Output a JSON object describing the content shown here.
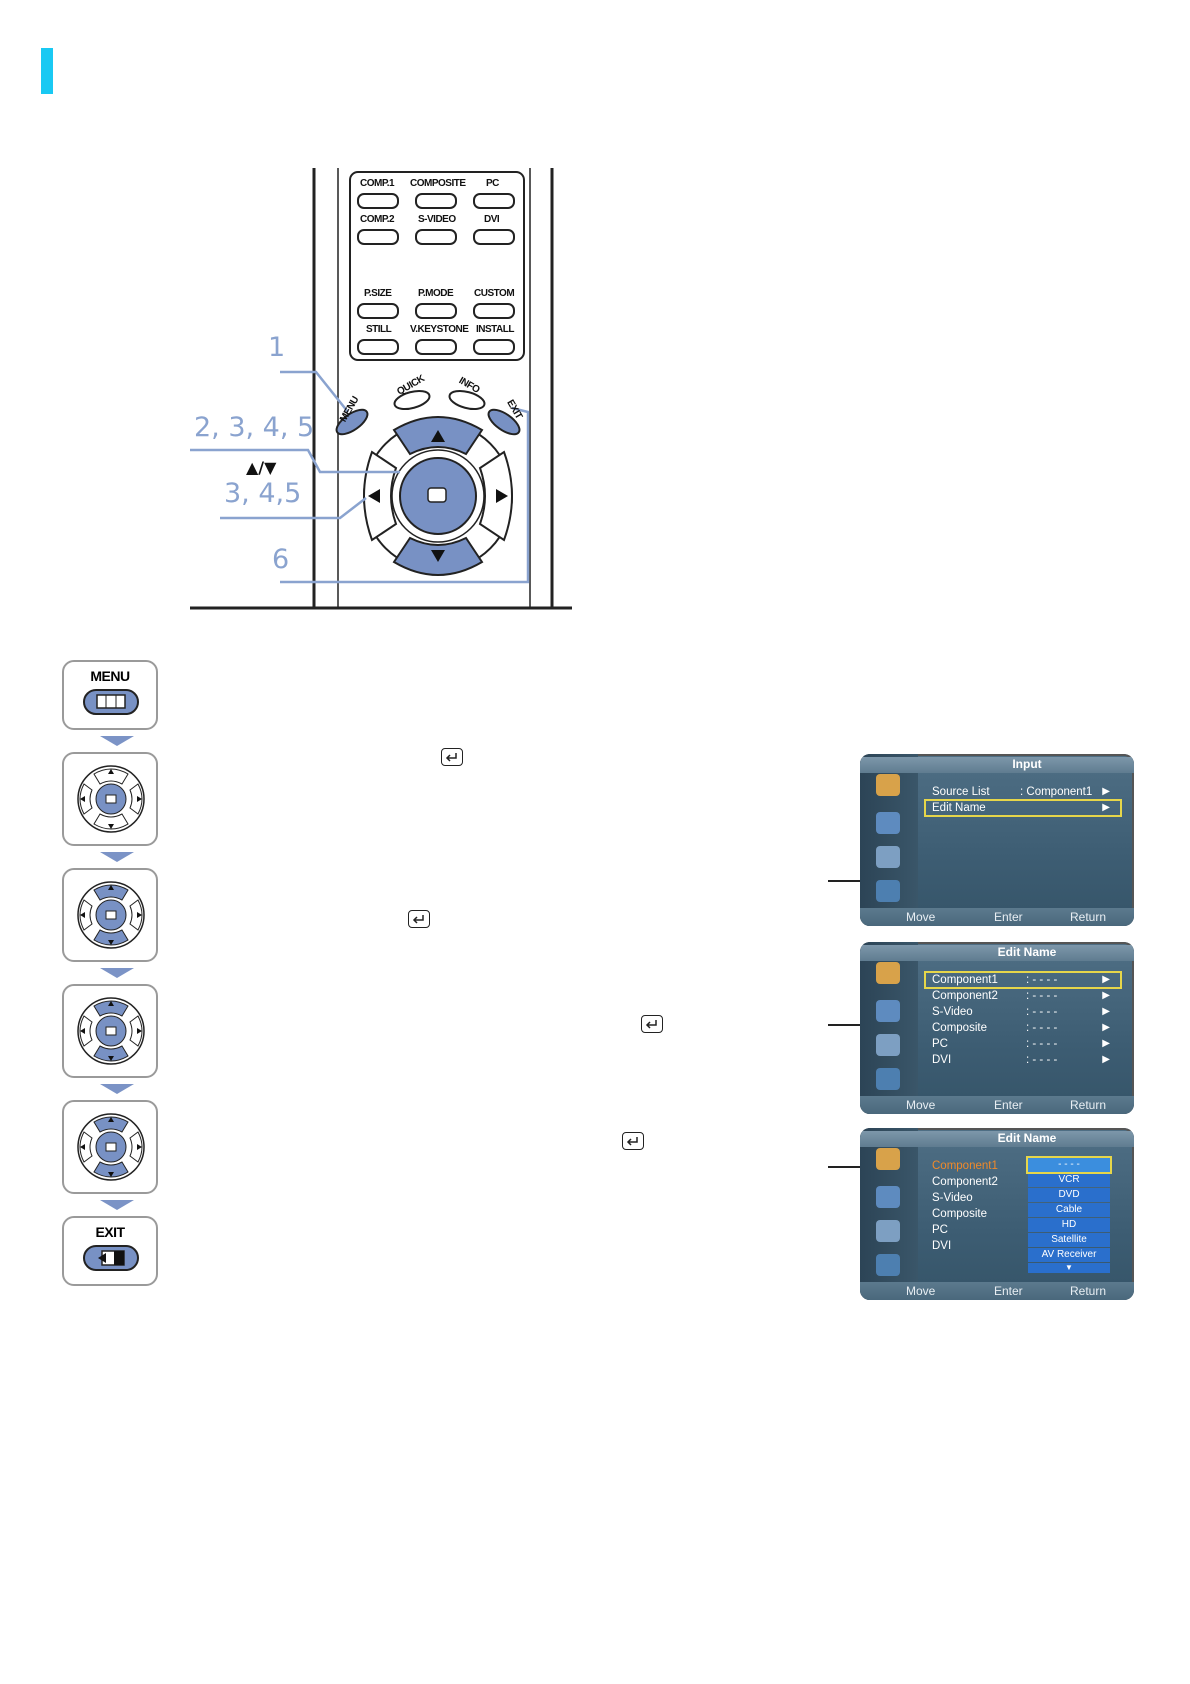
{
  "colors": {
    "accent": "#19c9f3",
    "step_number": "#8aa3cf",
    "button_blue": "#7891c4",
    "highlight": "#e6d64a",
    "orange_text": "#f08a2a"
  },
  "remote": {
    "source_buttons": [
      "COMP.1",
      "COMPOSITE",
      "PC",
      "COMP.2",
      "S-VIDEO",
      "DVI"
    ],
    "function_buttons": [
      "P.SIZE",
      "P.MODE",
      "CUSTOM",
      "STILL",
      "V.KEYSTONE",
      "INSTALL"
    ],
    "menu_label": "MENU",
    "quick_label": "QUICK",
    "info_label": "INFO",
    "exit_label": "EXIT",
    "callouts": {
      "c1": "1",
      "c2": "2, 3, 4, 5",
      "arrows": "▲/▼",
      "c3": "3, 4,5",
      "c4": "6"
    }
  },
  "steps": {
    "menu_label": "MENU",
    "exit_label": "EXIT"
  },
  "osd1": {
    "title": "Input",
    "rows": [
      {
        "label": "Source List",
        "value": ": Component1",
        "arrow": "▶"
      },
      {
        "label": "Edit Name",
        "value": "",
        "arrow": "▶"
      }
    ],
    "footer": {
      "move": "Move",
      "enter": "Enter",
      "return": "Return"
    }
  },
  "osd2": {
    "title": "Edit Name",
    "rows": [
      {
        "label": "Component1",
        "value": ": - - - -",
        "arrow": "▶"
      },
      {
        "label": "Component2",
        "value": ": - - - -",
        "arrow": "▶"
      },
      {
        "label": "S-Video",
        "value": ": - - - -",
        "arrow": "▶"
      },
      {
        "label": "Composite",
        "value": ": - - - -",
        "arrow": "▶"
      },
      {
        "label": "PC",
        "value": ": - - - -",
        "arrow": "▶"
      },
      {
        "label": "DVI",
        "value": ": - - - -",
        "arrow": "▶"
      }
    ],
    "footer": {
      "move": "Move",
      "enter": "Enter",
      "return": "Return"
    }
  },
  "osd3": {
    "title": "Edit Name",
    "rows": [
      {
        "label": "Component1"
      },
      {
        "label": "Component2"
      },
      {
        "label": "S-Video"
      },
      {
        "label": "Composite"
      },
      {
        "label": "PC"
      },
      {
        "label": "DVI"
      }
    ],
    "options": [
      "- - - -",
      "VCR",
      "DVD",
      "Cable",
      "HD",
      "Satellite",
      "AV Receiver",
      "▼"
    ],
    "footer": {
      "move": "Move",
      "enter": "Enter",
      "return": "Return"
    }
  }
}
